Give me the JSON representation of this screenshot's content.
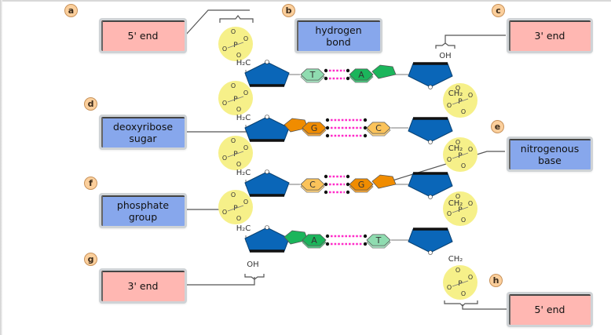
{
  "badges": {
    "a": "a",
    "b": "b",
    "c": "c",
    "d": "d",
    "e": "e",
    "f": "f",
    "g": "g",
    "h": "h"
  },
  "labels": {
    "a": "5' end",
    "b": "hydrogen\nbond",
    "c": "3' end",
    "d": "deoxyribose\nsugar",
    "e": "nitrogenous\nbase",
    "f": "phosphate\ngroup",
    "g": "3' end",
    "h": "5' end"
  },
  "colors": {
    "end_label_bg": "#ffb7b2",
    "component_label_bg": "#87a7ec",
    "badge_bg": "#fbcf9c",
    "phosphate": "#f6f089",
    "sugar": "#0a66b8",
    "adenine": "#1bb55b",
    "thymine": "#8fdcb0",
    "guanine": "#f08c00",
    "cytosine": "#fbc35a",
    "hydrogen_bond": "#ff2bc8"
  },
  "molecule": {
    "left_strand": {
      "top_group": "H2C",
      "bottom_group": "OH",
      "phosphate_atoms": {
        "p": "P",
        "o": "O",
        "o_minus": "O-"
      }
    },
    "right_strand": {
      "top_group": "OH",
      "ch2_label": "CH2"
    },
    "base_pairs": [
      {
        "left": "T",
        "right": "A",
        "h_bonds": 2
      },
      {
        "left": "G",
        "right": "C",
        "h_bonds": 3
      },
      {
        "left": "C",
        "right": "G",
        "h_bonds": 3
      },
      {
        "left": "A",
        "right": "T",
        "h_bonds": 2
      }
    ],
    "chem_text": {
      "h2c": "H₂C",
      "ch2": "CH₂",
      "oh": "OH",
      "o": "O",
      "p": "P"
    }
  }
}
